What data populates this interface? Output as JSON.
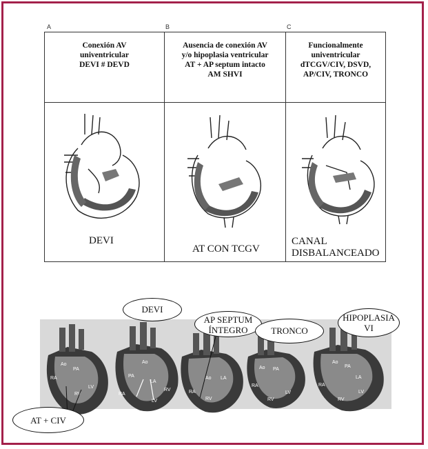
{
  "panels": [
    {
      "letter": "A",
      "header": [
        "Conexión AV",
        "univentricular",
        "DEVI # DEVD"
      ],
      "caption_lines": [
        "DEVI"
      ]
    },
    {
      "letter": "B",
      "header": [
        "Ausencia de conexión AV",
        "y/o hipoplasia ventricular",
        "AT + AP septum intacto",
        "AM SHVI"
      ],
      "caption_lines": [
        "AT CON TCGV"
      ]
    },
    {
      "letter": "C",
      "header": [
        "Funcionalmente",
        "univentricular",
        "dTCGV/CIV, DSVD,",
        "AP/CIV, TRONCO"
      ],
      "caption_lines": [
        "CANAL",
        "DISBALANCEADO"
      ]
    }
  ],
  "bottom_labels": {
    "devi": "DEVI",
    "ap_septum": [
      "AP SEPTUM",
      "ÍNTEGRO"
    ],
    "tronco": "TRONCO",
    "hipoplasia": [
      "HIPOPLASIA",
      "VI"
    ],
    "at_civ": "AT + CIV"
  },
  "heart_labels": [
    "Ao",
    "PA",
    "LA",
    "RA",
    "RV",
    "LV"
  ],
  "colors": {
    "border": "#a3204a",
    "heart_dark": "#3a3a3a",
    "heart_mid": "#8a8a8a",
    "heart_light": "#c9c9c9"
  }
}
